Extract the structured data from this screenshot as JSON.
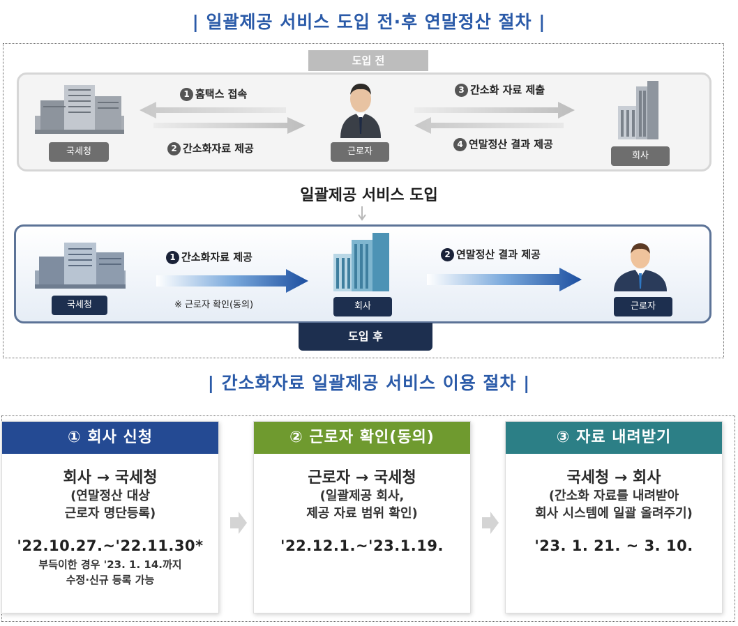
{
  "title_top": "| 일괄제공 서비스 도입 전·후 연말정산 절차 |",
  "title_bottom": "| 간소화자료 일괄제공 서비스 이용 절차 |",
  "before": {
    "tab": "도입 전",
    "nts_label": "국세청",
    "worker_label": "근로자",
    "company_label": "회사",
    "step1_num": "1",
    "step1": "홈택스 접속",
    "step2_num": "2",
    "step2": "간소화자료 제공",
    "step3_num": "3",
    "step3": "간소화 자료 제출",
    "step4_num": "4",
    "step4": "연말정산 결과 제공"
  },
  "center_label": "일괄제공 서비스 도입",
  "after": {
    "tab": "도입 후",
    "nts_label": "국세청",
    "company_label": "회사",
    "worker_label": "근로자",
    "step1_num": "1",
    "step1": "간소화자료 제공",
    "step1_note": "※ 근로자 확인(동의)",
    "step2_num": "2",
    "step2": "연말정산 결과 제공"
  },
  "cards": [
    {
      "title": "① 회사 신청",
      "main": "회사 → 국세청",
      "sub1": "(연말정산 대상",
      "sub2": "근로자 명단등록)",
      "date": "'22.10.27.~'22.11.30*",
      "note1": "부득이한 경우 '23. 1. 14.까지",
      "note2": "수정·신규 등록 가능",
      "color": "#244a93"
    },
    {
      "title": "② 근로자 확인(동의)",
      "main": "근로자 → 국세청",
      "sub1": "(일괄제공 회사,",
      "sub2": "제공 자료 범위 확인)",
      "date": "'22.12.1.~'23.1.19.",
      "color": "#6f9a2f"
    },
    {
      "title": "③ 자료 내려받기",
      "main": "국세청 → 회사",
      "sub1": "(간소화 자료를 내려받아",
      "sub2": "회사 시스템에 일괄 올려주기)",
      "date": "'23. 1. 21. ~ 3. 10.",
      "color": "#2c7f86"
    }
  ]
}
